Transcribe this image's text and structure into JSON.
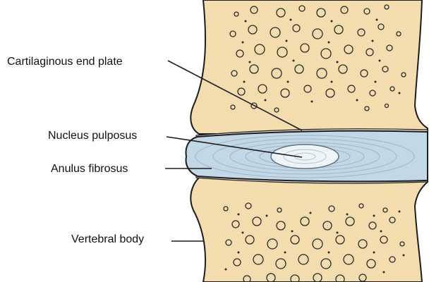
{
  "labels": {
    "endplate": "Cartilaginous end plate",
    "nucleus": "Nucleus pulposus",
    "anulus": "Anulus fibrosus",
    "body": "Vertebral body"
  },
  "colors": {
    "bone": "#f3dcae",
    "disc": "#c3d8e6",
    "disc_rings": "#9fb7c9",
    "nucleus": "#eef4f8",
    "outline": "#1d1d1d"
  }
}
